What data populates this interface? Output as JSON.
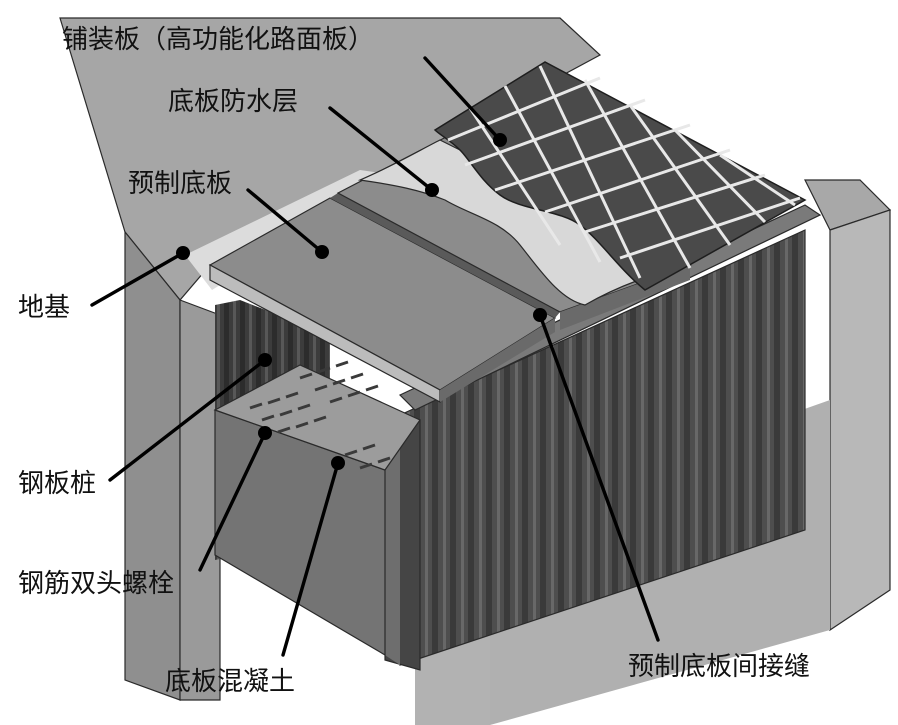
{
  "labels": {
    "paving_slab": "铺装板（高功能化路面板）",
    "waterproof_layer": "底板防水层",
    "precast_base_slab": "预制底板",
    "foundation": "地基",
    "steel_sheet_pile": "钢板桩",
    "double_head_bolt": "钢筋双头螺栓",
    "base_slab_concrete": "底板混凝土",
    "precast_slab_joint": "预制底板间接缝"
  }
}
